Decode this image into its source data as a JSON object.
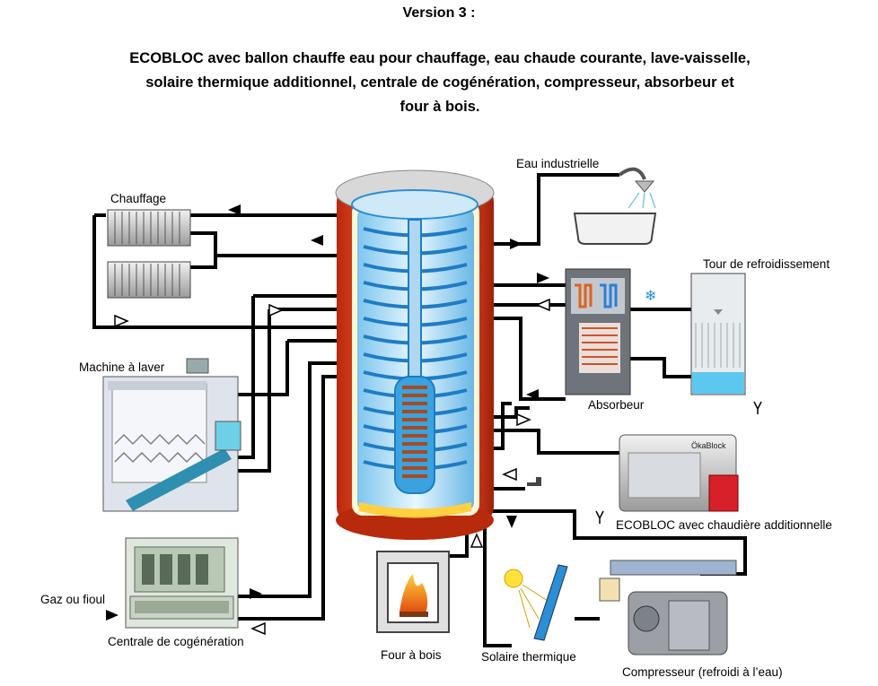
{
  "header": {
    "version": "Version 3 :",
    "subtitle_line1": "ECOBLOC avec ballon chauffe eau pour chauffage, eau chaude courante, lave-vaisselle,",
    "subtitle_line2": "solaire thermique additionnel, centrale de cogénération, compresseur, absorbeur et",
    "subtitle_line3": "four à bois."
  },
  "labels": {
    "chauffage": "Chauffage",
    "eau_industrielle": "Eau industrielle",
    "tour": "Tour de refroidissement",
    "machine": "Machine à laver",
    "absorbeur": "Absorbeur",
    "ecobloc": "ECOBLOC avec chaudière additionnelle",
    "gaz": "Gaz ou fioul",
    "centrale": "Centrale de cogénération",
    "four": "Four à bois",
    "solaire": "Solaire thermique",
    "compresseur": "Compresseur  (refroidi à l’eau)",
    "okablock": "ÖkaBlock"
  },
  "colors": {
    "pipe": "#000000",
    "tank_red": "#e8461e",
    "tank_blue": "#2a8fd6",
    "water": "#58c8f0",
    "fire": "#f07a10"
  }
}
